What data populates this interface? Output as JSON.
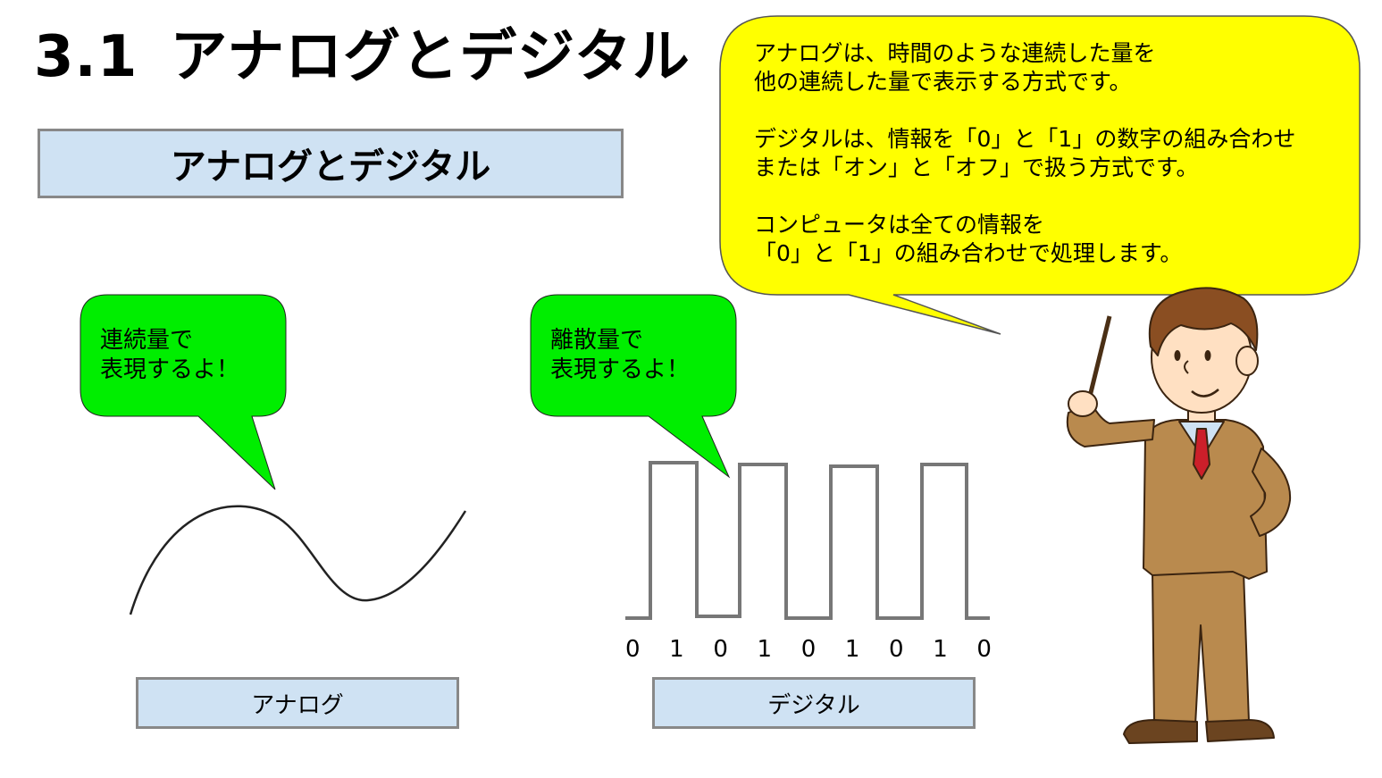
{
  "slide": {
    "number": "3.1",
    "title": "アナログとデジタル"
  },
  "section_heading": "アナログとデジタル",
  "analog": {
    "bubble_lines": [
      "連続量で",
      "表現するよ！"
    ],
    "label": "アナログ"
  },
  "digital": {
    "bubble_lines": [
      "離散量で",
      "表現するよ！"
    ],
    "bits": [
      "0",
      "1",
      "0",
      "1",
      "0",
      "1",
      "0",
      "1",
      "0"
    ],
    "label": "デジタル"
  },
  "narration": {
    "paragraphs": [
      [
        "アナログは、時間のような連続した量を",
        "他の連続した量で表示する方式です。"
      ],
      [
        "デジタルは、情報を「0」と「1」の数字の組み合わせ",
        "または「オン」と「オフ」で扱う方式です。"
      ],
      [
        "コンピュータは全ての情報を",
        "「0」と「1」の組み合わせで処理します。"
      ]
    ]
  },
  "colors": {
    "label_box_fill": "#cfe2f3",
    "label_box_border": "#888888",
    "green_bubble": "#00ee00",
    "yellow_bubble": "#ffff00",
    "suit_brown": "#b98a4e",
    "tie_red": "#cc1f2a"
  },
  "illustration": {
    "icon": "teacher-with-pointer-icon"
  }
}
